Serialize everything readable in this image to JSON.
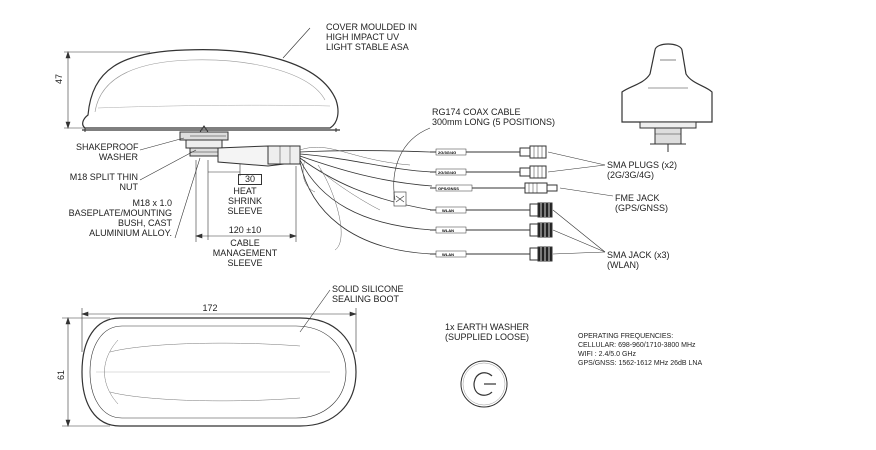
{
  "labels": {
    "cover": "COVER MOULDED IN\nHIGH IMPACT UV\nLIGHT STABLE ASA",
    "dim_47": "47",
    "shakeproof": "SHAKEPROOF\nWASHER",
    "m18_nut": "M18 SPLIT THIN\nNUT",
    "baseplate": "M18 x 1.0\nBASEPLATE/MOUNTING\nBUSH, CAST\nALUMINIUM ALLOY.",
    "dim_30": "30",
    "heat_shrink": "HEAT\nSHRINK\nSLEEVE",
    "dim_120": "120 ±10",
    "cable_mgmt": "CABLE\nMANAGEMENT\nSLEEVE",
    "rg174": "RG174 COAX CABLE\n300mm LONG (5 POSITIONS)",
    "sma_plugs": "SMA PLUGS (x2)\n(2G/3G/4G)",
    "fme_jack": "FME JACK\n(GPS/GNSS)",
    "sma_jack": "SMA JACK (x3)\n(WLAN)",
    "silicone": "SOLID SILICONE\nSEALING BOOT",
    "dim_172": "172",
    "dim_61": "61",
    "earth_washer": "1x EARTH WASHER\n(SUPPLIED LOOSE)",
    "freq_title": "OPERATING FREQUENCIES:",
    "freq_cell": "CELLULAR: 698-960/1710-3800 MHz",
    "freq_wifi": "WIFI : 2.4/5.0 GHz",
    "freq_gnss": "GPS/GNSS: 1562-1612 MHz 26dB LNA"
  },
  "cable_tags": [
    "2G/3G/4G",
    "2G/3G/4G",
    "GPS/GNSS",
    "WLAN",
    "WLAN",
    "WLAN"
  ]
}
